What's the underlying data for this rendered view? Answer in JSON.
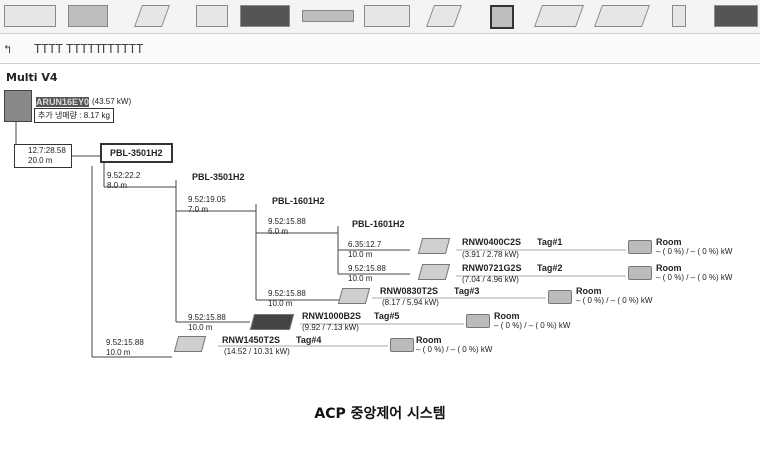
{
  "title": "Multi V4",
  "outdoor": {
    "model": "ARUN16EY0",
    "capacity": "(43.57 kW)",
    "refrigerant": "추가 냉매량 : 8.17 kg"
  },
  "main_pipe": {
    "size": "12.7:28.58",
    "length": "20.0 m"
  },
  "branches": [
    {
      "name": "PBL-3501H2",
      "size": "9.52:22.2",
      "length": "8.0 m"
    },
    {
      "name": "PBL-3501H2",
      "size": "9.52:19.05",
      "length": "7.0 m"
    },
    {
      "name": "PBL-1601H2",
      "size": "9.52:15.88",
      "length": "6.0 m"
    },
    {
      "name": "PBL-1601H2"
    }
  ],
  "units": [
    {
      "pipe": "6.35:12.7",
      "length": "10.0 m",
      "model": "RNW0400C2S",
      "tag": "Tag#1",
      "capacity": "(3.91 / 2.78 kW)",
      "room": "Room",
      "load": "– ( 0 %) / – ( 0 %) kW"
    },
    {
      "pipe": "9.52:15.88",
      "length": "10.0 m",
      "model": "RNW0721G2S",
      "tag": "Tag#2",
      "capacity": "(7.04 / 4.96 kW)",
      "room": "Room",
      "load": "– ( 0 %) / – ( 0 %) kW"
    },
    {
      "pipe": "9.52:15.88",
      "length": "10.0 m",
      "model": "RNW0830T2S",
      "tag": "Tag#3",
      "capacity": "(8.17 / 5.94 kW)",
      "room": "Room",
      "load": "– ( 0 %) / – ( 0 %) kW"
    },
    {
      "pipe": "9.52:15.88",
      "length": "10.0 m",
      "model": "RNW1000B2S",
      "tag": "Tag#5",
      "capacity": "(9.92 / 7.13 kW)",
      "room": "Room",
      "load": "– ( 0 %) / – ( 0 %) kW"
    },
    {
      "pipe": "9.52:15.88",
      "length": "10.0 m",
      "model": "RNW1450T2S",
      "tag": "Tag#4",
      "capacity": "(14.52 / 10.31 kW)",
      "room": "Room",
      "load": "– ( 0 %) / – ( 0 %) kW"
    }
  ],
  "toolbar2": {
    "back": "↰",
    "t1": "TTTT",
    "t2": "TTTTT",
    "t3": "TTTTTT"
  },
  "caption": "ACP 중앙제어 시스템"
}
